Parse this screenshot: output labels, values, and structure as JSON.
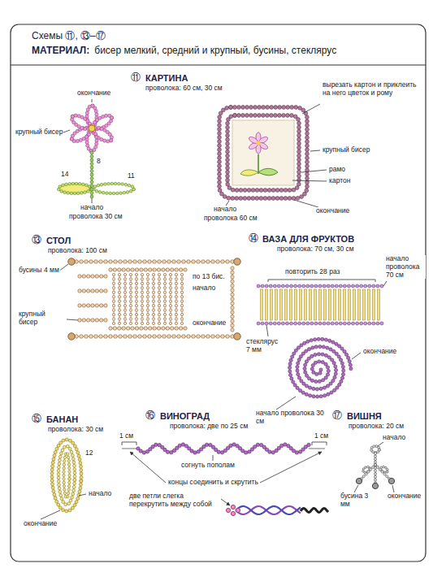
{
  "diagram": {
    "title": "Схемы ⑪, ⑬–⑰",
    "labels": [
      "МАТЕРИАЛ:",
      "бисер мелкий, средний и крупный, бусины, стеклярус",
      "⑪",
      "КАРТИНА",
      "проволока: 60 см, 30 см",
      "окончание",
      "крупный бисер",
      "14",
      "8",
      "11",
      "начало",
      "проволока 30 см",
      "вырезать картон и приклеить на него цветок и рому",
      "крупный бисер",
      "рамо",
      "картон",
      "начало",
      "проволока 60 см",
      "окончание",
      "⑬",
      "СТОЛ",
      "проволока: 100 см",
      "бусины 4 мм",
      "по 13 бис.",
      "начало",
      "крупный бисер",
      "окончание",
      "⑭",
      "ВАЗА ДЛЯ ФРУКТОВ",
      "проволока: 70 см, 30 см",
      "повторить 28 раз",
      "начало проволока 70 см",
      "стеклярус 7 мм",
      "окончание",
      "начало проволока 30 см",
      "⑮",
      "БАНАН",
      "проволока: 30 см",
      "12",
      "начало",
      "окончание",
      "⑯",
      "ВИНОГРАД",
      "проволока: две по 25 см",
      "1 см",
      "1 см",
      "согнуть пополам",
      "концы соединить и скрутить",
      "две петли слегка перекрутить между собой",
      "⑰",
      "ВИШНЯ",
      "проволока: 20 см",
      "начало",
      "бусина 3 мм",
      "окончание"
    ]
  }
}
